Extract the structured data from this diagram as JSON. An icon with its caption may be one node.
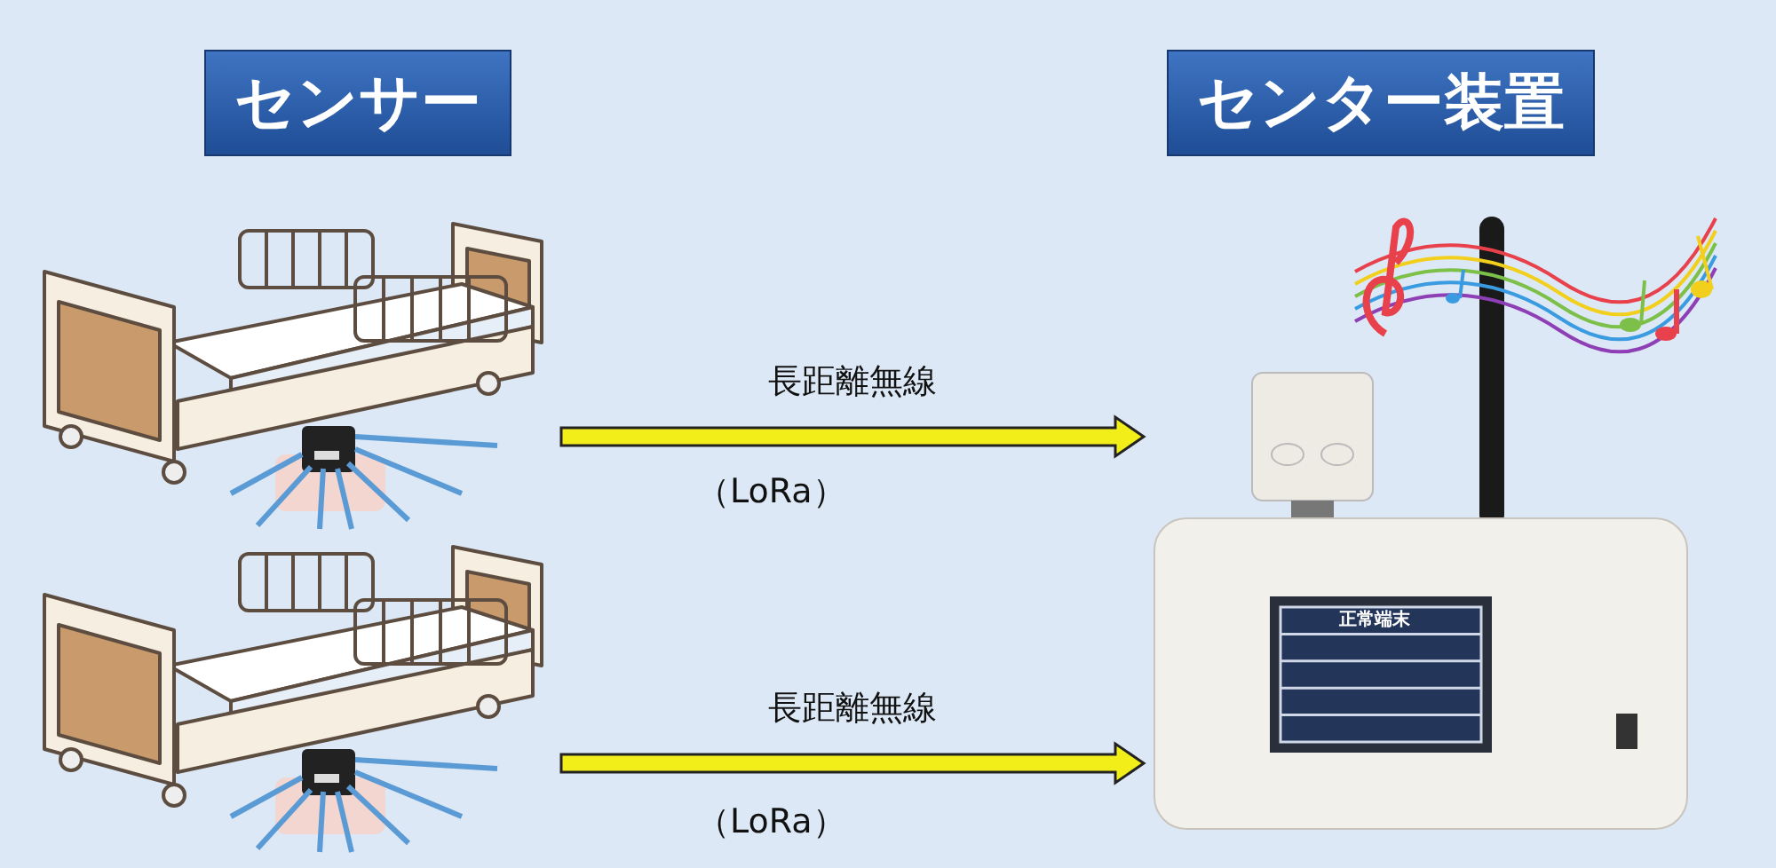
{
  "diagram": {
    "nodes": [
      {
        "text": [],
        "shape": "picture"
      },
      {
        "text": [],
        "shape": "picture"
      },
      {
        "text": [],
        "shape": "picture"
      }
    ],
    "edges": [
      {
        "from": 0,
        "to": 2,
        "arrow": "to",
        "label": "長距離無線",
        "color": "#f2ee1a"
      },
      {
        "from": 1,
        "to": 2,
        "arrow": "to",
        "label": "長距離無線",
        "color": "#f2ee1a"
      }
    ],
    "labels": [
      "センサー",
      "センター装置",
      "（LoRa）",
      "正常端末",
      "（LoRa）"
    ]
  }
}
